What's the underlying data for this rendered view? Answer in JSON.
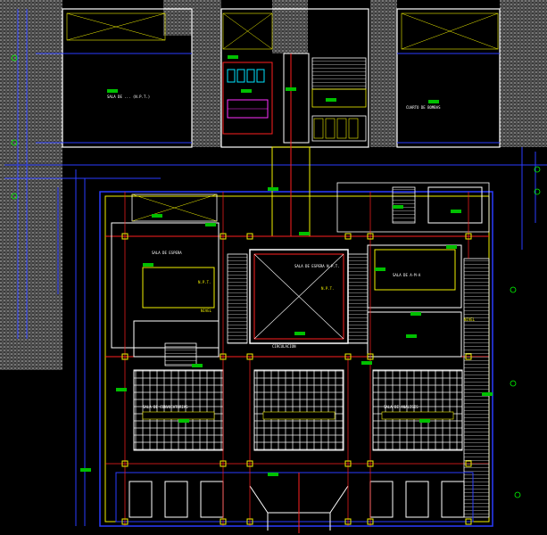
{
  "drawing": {
    "kind": "CAD architectural floor plan",
    "background": "#000000",
    "colors": {
      "wall_hatch": "#9a9a9a",
      "wall_line": "#ffffff",
      "blue_line": "#2a3cff",
      "yellow_line": "#f0f000",
      "red_line": "#ff2020",
      "green_label": "#00c000",
      "cyan_line": "#00e5ff",
      "magenta_line": "#ff30ff"
    },
    "room_labels": [
      "SALA DE ... (N.P.T.)",
      "CUARTO DE BOMBAS",
      "SALA DE ESPERA",
      "SALA DE CONVOCATORIAS",
      "SALA DE A-M-A",
      "CIRCULACION",
      "SALA DE ESPERA N.P.T.",
      "SALA DE ANALISIS"
    ],
    "level_labels": [
      "N.P.T.",
      "NIVEL",
      "N.P.T.",
      "NIVEL"
    ],
    "icons": [
      "dimension-tick-icon",
      "grid-bubble-icon",
      "stair-icon",
      "column-icon"
    ]
  }
}
